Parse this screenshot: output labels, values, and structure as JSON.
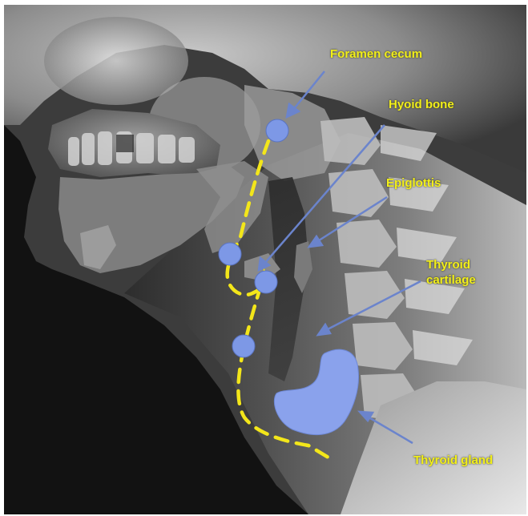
{
  "figure": {
    "labels": {
      "foramen_cecum": "Foramen cecum",
      "hyoid_bone": "Hyoid bone",
      "epiglottis": "Epiglottis",
      "thyroid_cartilage": "Thyroid\ncartilage",
      "thyroid_gland": "Thyroid gland"
    },
    "colors": {
      "label_text": "#f2ef1a",
      "dashed_path": "#f3e61a",
      "markers": "#7d98e6",
      "arrows": "#6b84cc",
      "gland": "#8aa2ec"
    }
  }
}
